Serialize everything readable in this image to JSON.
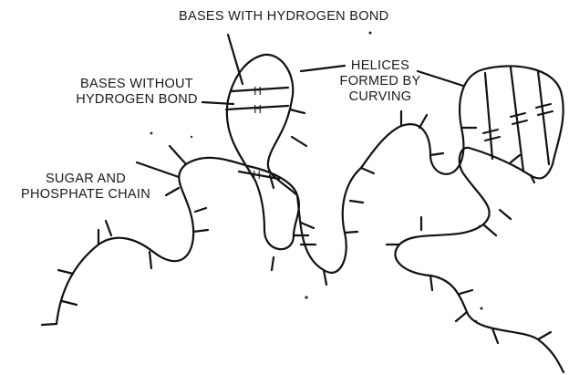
{
  "labels": {
    "bases_with_bond": "BASES WITH HYDROGEN BOND",
    "bases_without_bond_line1": "BASES WITHOUT",
    "bases_without_bond_line2": "HYDROGEN BOND",
    "helices_line1": "HELICES",
    "helices_line2": "FORMED BY",
    "helices_line3": "CURVING",
    "sugar_chain_line1": "SUGAR AND",
    "sugar_chain_line2": "PHOSPHATE CHAIN"
  },
  "bond_symbol": "H"
}
